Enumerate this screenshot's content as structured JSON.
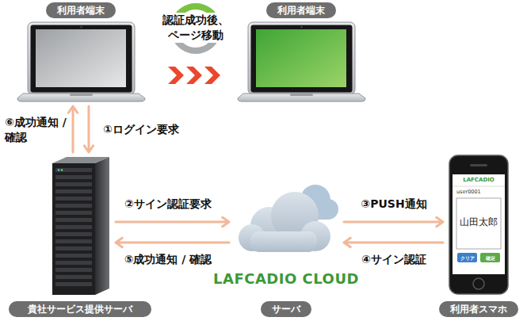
{
  "diagram": {
    "nodes": [
      {
        "text": [
          "利用者端末"
        ]
      },
      {
        "text": [
          "利用者端末"
        ]
      },
      {
        "text": [
          "貴社サービス提供サーバ"
        ]
      },
      {
        "text": [
          "LAFCADIO CLOUD",
          "サーバ"
        ]
      },
      {
        "text": [
          "利用者スマホ"
        ]
      }
    ],
    "edges": [
      {
        "from": 0,
        "to": 1,
        "arrow": "to",
        "label": "認証成功後、 ページ移動"
      },
      {
        "from": 0,
        "to": 2,
        "arrow": "to",
        "label": "①ログイン要求"
      },
      {
        "from": 2,
        "to": 3,
        "arrow": "to",
        "label": "②サイン認証要求"
      },
      {
        "from": 3,
        "to": 4,
        "arrow": "to",
        "label": "③PUSH通知"
      },
      {
        "from": 4,
        "to": 3,
        "arrow": "to",
        "label": "④サイン認証"
      },
      {
        "from": 3,
        "to": 2,
        "arrow": "to",
        "label": "⑤成功通知 / 確認"
      },
      {
        "from": 2,
        "to": 0,
        "arrow": "to",
        "label": "⑥成功通知 /確認"
      }
    ],
    "labels": [
      "LAFCADIO",
      "user0001",
      "山田太郎",
      "クリア",
      "確定"
    ]
  }
}
